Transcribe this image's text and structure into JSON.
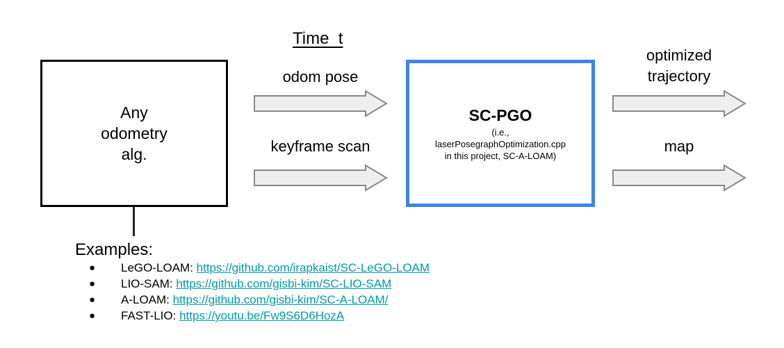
{
  "title": "Time  t",
  "odometry_box": {
    "text": "Any\nodometry\nalg."
  },
  "pgo_box": {
    "title": "SC-PGO",
    "subtitle": "(i.e.,\nlaserPosegraphOptimization.cpp\nin this project, SC-A-LOAM)",
    "border_color": "#3d85e8"
  },
  "arrows": [
    {
      "label": "odom pose",
      "name": "arrow-odom-pose"
    },
    {
      "label": "keyframe scan",
      "name": "arrow-keyframe-scan"
    },
    {
      "label": "optimized\ntrajectory",
      "name": "arrow-optimized-trajectory"
    },
    {
      "label": "map",
      "name": "arrow-map"
    }
  ],
  "examples": {
    "heading": "Examples:",
    "bullet_glyph": "●",
    "link_color": "#009ba3",
    "items": [
      {
        "label": "LeGO-LOAM:",
        "link": "https://github.com/irapkaist/SC-LeGO-LOAM"
      },
      {
        "label": "LIO-SAM:",
        "link": "https://github.com/gisbi-kim/SC-LIO-SAM"
      },
      {
        "label": "A-LOAM:",
        "link": "https://github.com/gisbi-kim/SC-A-LOAM/"
      },
      {
        "label": "FAST-LIO:",
        "link": "https://youtu.be/Fw9S6D6HozA"
      }
    ]
  }
}
